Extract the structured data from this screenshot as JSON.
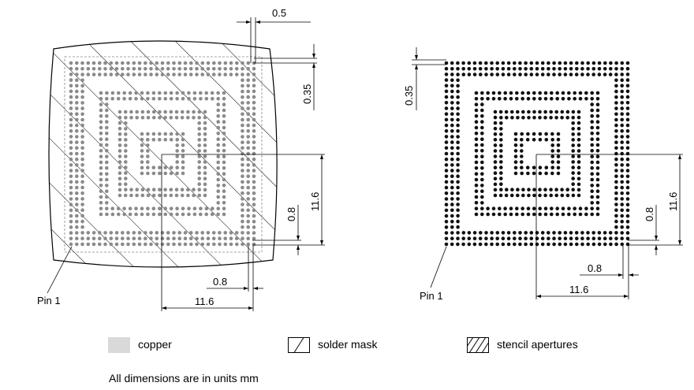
{
  "labels": {
    "pin1_left": "Pin 1",
    "pin1_right": "Pin 1",
    "dim_top_left": "0.5",
    "dim_035_left": "0.35",
    "dim_08_left_v": "0.8",
    "dim_116_left_v": "11.6",
    "dim_08_left_h": "0.8",
    "dim_116_left_h": "11.6",
    "dim_035_right": "0.35",
    "dim_08_right_v": "0.8",
    "dim_116_right_v": "11.6",
    "dim_08_right_h": "0.8",
    "dim_116_right_h": "11.6"
  },
  "legend": {
    "copper": "copper",
    "solder_mask": "solder mask",
    "stencil": "stencil apertures"
  },
  "note": "All dimensions are in units mm",
  "colors": {
    "copper": "#d9d9d9",
    "pad_left": "#8a8a8a",
    "pad_right": "#111111",
    "line": "#000000"
  }
}
